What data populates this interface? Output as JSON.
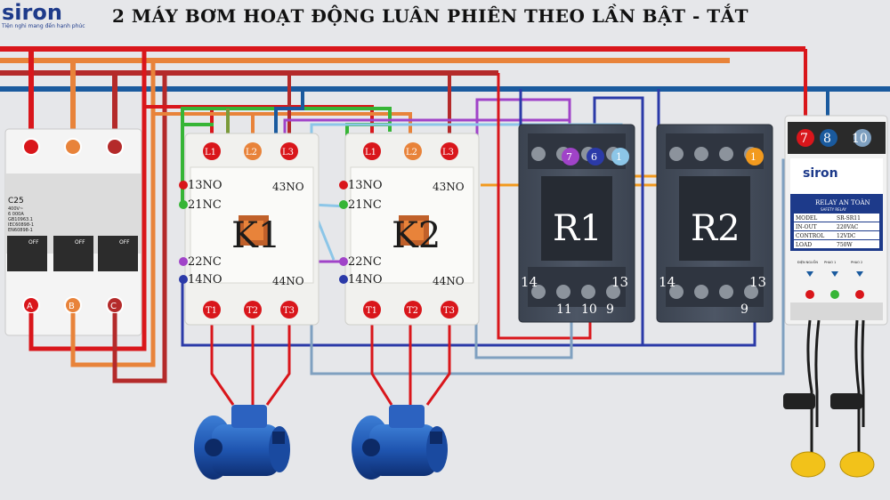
{
  "title": "2 MÁY BƠM HOẠT ĐỘNG LUÂN PHIÊN THEO LẦN BẬT - TẮT",
  "logo": {
    "brand": "siron",
    "tagline": "Tiện nghi mang đến hạnh phúc"
  },
  "breaker": {
    "model": "C25",
    "specs": [
      "400V~",
      "6 000A",
      "GB10963.1",
      "IEC60898-1",
      "EN60898-1"
    ],
    "off_label": "OFF",
    "in_terminals": [
      "red",
      "orange",
      "dark-red"
    ],
    "out_labels": [
      "A",
      "B",
      "C"
    ]
  },
  "contactors": [
    {
      "name": "K1",
      "top_terminals": [
        "L1",
        "L2",
        "L3"
      ],
      "bottom_terminals": [
        "T1",
        "T2",
        "T3"
      ],
      "aux_left": [
        "13NO",
        "21NC",
        "22NC",
        "14NO"
      ],
      "aux_right": [
        "43NO",
        "44NO"
      ]
    },
    {
      "name": "K2",
      "top_terminals": [
        "L1",
        "L2",
        "L3"
      ],
      "bottom_terminals": [
        "T1",
        "T2",
        "T3"
      ],
      "aux_left": [
        "13NO",
        "21NC",
        "22NC",
        "14NO"
      ],
      "aux_right": [
        "43NO",
        "44NO"
      ]
    }
  ],
  "relays": [
    {
      "name": "R1",
      "top_terminals": [
        "7",
        "6",
        "1"
      ],
      "side_left": "14",
      "side_right": "13",
      "bottom_terminals": [
        "11",
        "10",
        "9"
      ]
    },
    {
      "name": "R2",
      "top_terminals": [
        "1"
      ],
      "side_left": "14",
      "side_right": "13",
      "bottom_terminals": [
        "9"
      ]
    }
  ],
  "safety_relay": {
    "terminals": [
      "7",
      "8",
      "10"
    ],
    "brand": "siron",
    "header": "RELAY AN TOÀN",
    "sub": "SAFETY RELAY",
    "rows": [
      [
        "MODEL",
        "SR-SR11"
      ],
      [
        "IN-OUT",
        "220VAC"
      ],
      [
        "CONTROL",
        "12VDC"
      ],
      [
        "LOAD",
        "750W"
      ]
    ],
    "leds": [
      "ĐIỆN NGUỒN",
      "PHAO 1",
      "PHAO 2"
    ]
  },
  "colors": {
    "red": "#d9161b",
    "orange": "#e8833a",
    "darkred": "#b42a2a",
    "blue": "#1a5a9e",
    "green": "#36b536",
    "olive": "#7a9a3a",
    "purple": "#a043c8",
    "navy": "#2b3aa8",
    "lightblue": "#8cc6e8",
    "amber": "#f29a1e",
    "steel": "#7fa0c0"
  }
}
